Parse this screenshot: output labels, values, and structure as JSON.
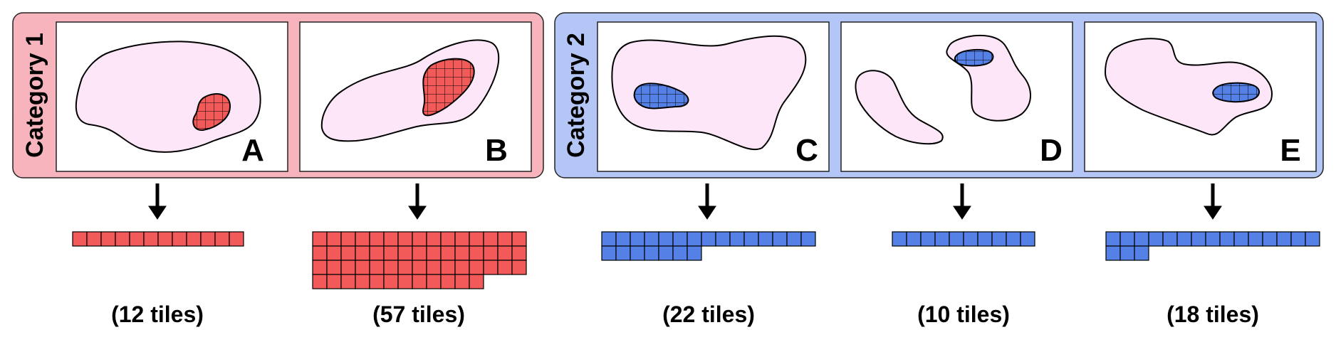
{
  "colors": {
    "category1_bg": "#f8b4bc",
    "category2_bg": "#b4c6f6",
    "tissue_fill": "#fde6f8",
    "tumor_red": "#f25a5a",
    "tumor_blue": "#5580e6"
  },
  "categories": [
    {
      "label": "Category 1",
      "color": "red"
    },
    {
      "label": "Category 2",
      "color": "blue"
    }
  ],
  "panels": [
    {
      "letter": "A",
      "category": 1,
      "tiles": 12,
      "tiles_label": "(12 tiles)"
    },
    {
      "letter": "B",
      "category": 1,
      "tiles": 57,
      "tiles_label": "(57 tiles)"
    },
    {
      "letter": "C",
      "category": 2,
      "tiles": 22,
      "tiles_label": "(22 tiles)"
    },
    {
      "letter": "D",
      "category": 2,
      "tiles": 10,
      "tiles_label": "(10 tiles)"
    },
    {
      "letter": "E",
      "category": 2,
      "tiles": 18,
      "tiles_label": "(18 tiles)"
    }
  ]
}
